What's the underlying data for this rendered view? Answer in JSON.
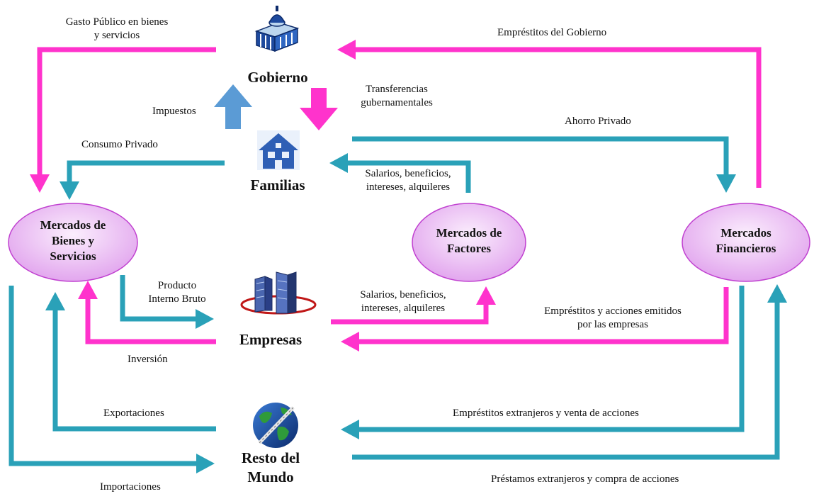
{
  "nodes": {
    "gobierno": "Gobierno",
    "familias": "Familias",
    "empresas": "Empresas",
    "resto_line1": "Resto del",
    "resto_line2": "Mundo"
  },
  "markets": {
    "bienes": [
      "Mercados de",
      "Bienes y",
      "Servicios"
    ],
    "factores": [
      "Mercados de",
      "Factores"
    ],
    "financieros": [
      "Mercados",
      "Financieros"
    ]
  },
  "flows": {
    "gasto_publico": [
      "Gasto Público en bienes",
      "y servicios"
    ],
    "emprestitos_gobierno": "Empréstitos del Gobierno",
    "impuestos": "Impuestos",
    "transferencias": [
      "Transferencias",
      "gubernamentales"
    ],
    "ahorro_privado": "Ahorro Privado",
    "consumo_privado": "Consumo Privado",
    "salarios_familias": [
      "Salarios, beneficios,",
      "intereses, alquileres"
    ],
    "producto_interno": [
      "Producto",
      "Interno Bruto"
    ],
    "salarios_empresas": [
      "Salarios, beneficios,",
      "intereses, alquileres"
    ],
    "emprestitos_empresas": [
      "Empréstitos y acciones emitidos",
      "por las empresas"
    ],
    "inversion": "Inversión",
    "exportaciones": "Exportaciones",
    "emprestitos_extranjeros": "Empréstitos extranjeros y venta de acciones",
    "importaciones": "Importaciones",
    "prestamos_extranjeros": "Préstamos extranjeros y compra de acciones"
  },
  "colors": {
    "magenta": "#ff33cc",
    "teal": "#2aa1b8",
    "blue_arrow": "#5b9bd5",
    "ellipse_fill": "#ecc2f5",
    "ellipse_stroke": "#c040d0"
  },
  "icons": [
    "government-building-icon",
    "house-icon",
    "skyscrapers-icon",
    "globe-icon"
  ]
}
